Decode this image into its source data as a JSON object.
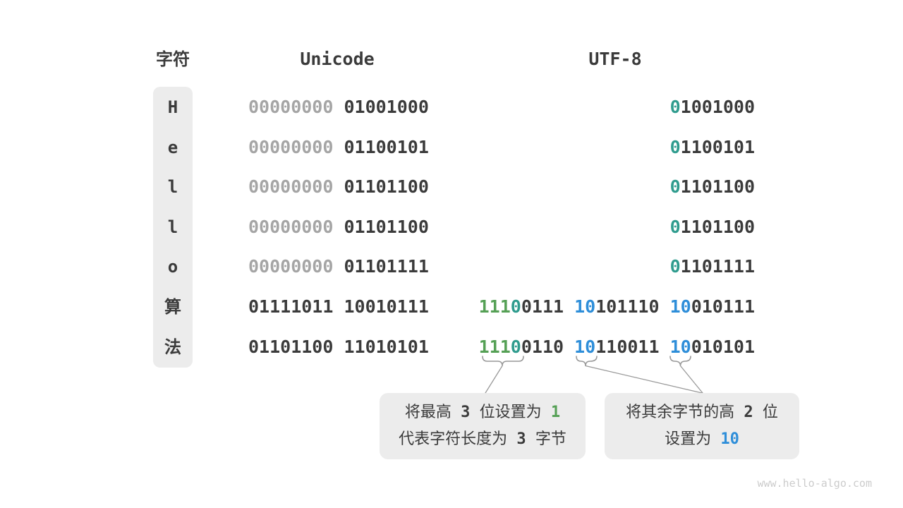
{
  "colors": {
    "dark": "#3b3b3b",
    "gray": "#a5a5a5",
    "teal": "#2f9c8e",
    "green": "#55a055",
    "blue": "#2e8ed9",
    "box_bg": "#ececec",
    "connector": "#999999",
    "watermark": "#cccccc"
  },
  "header": {
    "char_label": "字符",
    "unicode_label": "Unicode",
    "utf8_label": "UTF-8"
  },
  "rows": [
    {
      "char": "H",
      "unicode": [
        [
          "00000000",
          "gray"
        ],
        [
          " 01001000",
          "dark"
        ]
      ],
      "utf8": [
        [
          "0",
          "teal"
        ],
        [
          "1001000",
          "dark"
        ]
      ]
    },
    {
      "char": "e",
      "unicode": [
        [
          "00000000",
          "gray"
        ],
        [
          " 01100101",
          "dark"
        ]
      ],
      "utf8": [
        [
          "0",
          "teal"
        ],
        [
          "1100101",
          "dark"
        ]
      ]
    },
    {
      "char": "l",
      "unicode": [
        [
          "00000000",
          "gray"
        ],
        [
          " 01101100",
          "dark"
        ]
      ],
      "utf8": [
        [
          "0",
          "teal"
        ],
        [
          "1101100",
          "dark"
        ]
      ]
    },
    {
      "char": "l",
      "unicode": [
        [
          "00000000",
          "gray"
        ],
        [
          " 01101100",
          "dark"
        ]
      ],
      "utf8": [
        [
          "0",
          "teal"
        ],
        [
          "1101100",
          "dark"
        ]
      ]
    },
    {
      "char": "o",
      "unicode": [
        [
          "00000000",
          "gray"
        ],
        [
          " 01101111",
          "dark"
        ]
      ],
      "utf8": [
        [
          "0",
          "teal"
        ],
        [
          "1101111",
          "dark"
        ]
      ]
    },
    {
      "char": "算",
      "unicode": [
        [
          "01111011 10010111",
          "dark"
        ]
      ],
      "utf8": [
        [
          "111",
          "green"
        ],
        [
          "0",
          "teal"
        ],
        [
          "0111 ",
          "dark"
        ],
        [
          "10",
          "blue"
        ],
        [
          "101110 ",
          "dark"
        ],
        [
          "10",
          "blue"
        ],
        [
          "010111",
          "dark"
        ]
      ]
    },
    {
      "char": "法",
      "unicode": [
        [
          "01101100 11010101",
          "dark"
        ]
      ],
      "utf8": [
        [
          "111",
          "green"
        ],
        [
          "0",
          "teal"
        ],
        [
          "0110 ",
          "dark"
        ],
        [
          "10",
          "blue"
        ],
        [
          "110011 ",
          "dark"
        ],
        [
          "10",
          "blue"
        ],
        [
          "010101",
          "dark"
        ]
      ]
    }
  ],
  "callouts": {
    "left": {
      "lines": [
        [
          [
            "将最高",
            "dark",
            "sans"
          ],
          [
            " 3 ",
            "dark",
            "mono"
          ],
          [
            "位设置为",
            "dark",
            "sans"
          ],
          [
            " 1",
            "green",
            "mono"
          ]
        ],
        [
          [
            "代表字符长度为",
            "dark",
            "sans"
          ],
          [
            " 3 ",
            "dark",
            "mono"
          ],
          [
            "字节",
            "dark",
            "sans"
          ]
        ]
      ]
    },
    "right": {
      "lines": [
        [
          [
            "将其余字节的高",
            "dark",
            "sans"
          ],
          [
            " 2 ",
            "dark",
            "mono"
          ],
          [
            "位",
            "dark",
            "sans"
          ]
        ],
        [
          [
            "设置为",
            "dark",
            "sans"
          ],
          [
            " 10",
            "blue",
            "mono"
          ]
        ]
      ]
    }
  },
  "watermark": "www.hello-algo.com"
}
